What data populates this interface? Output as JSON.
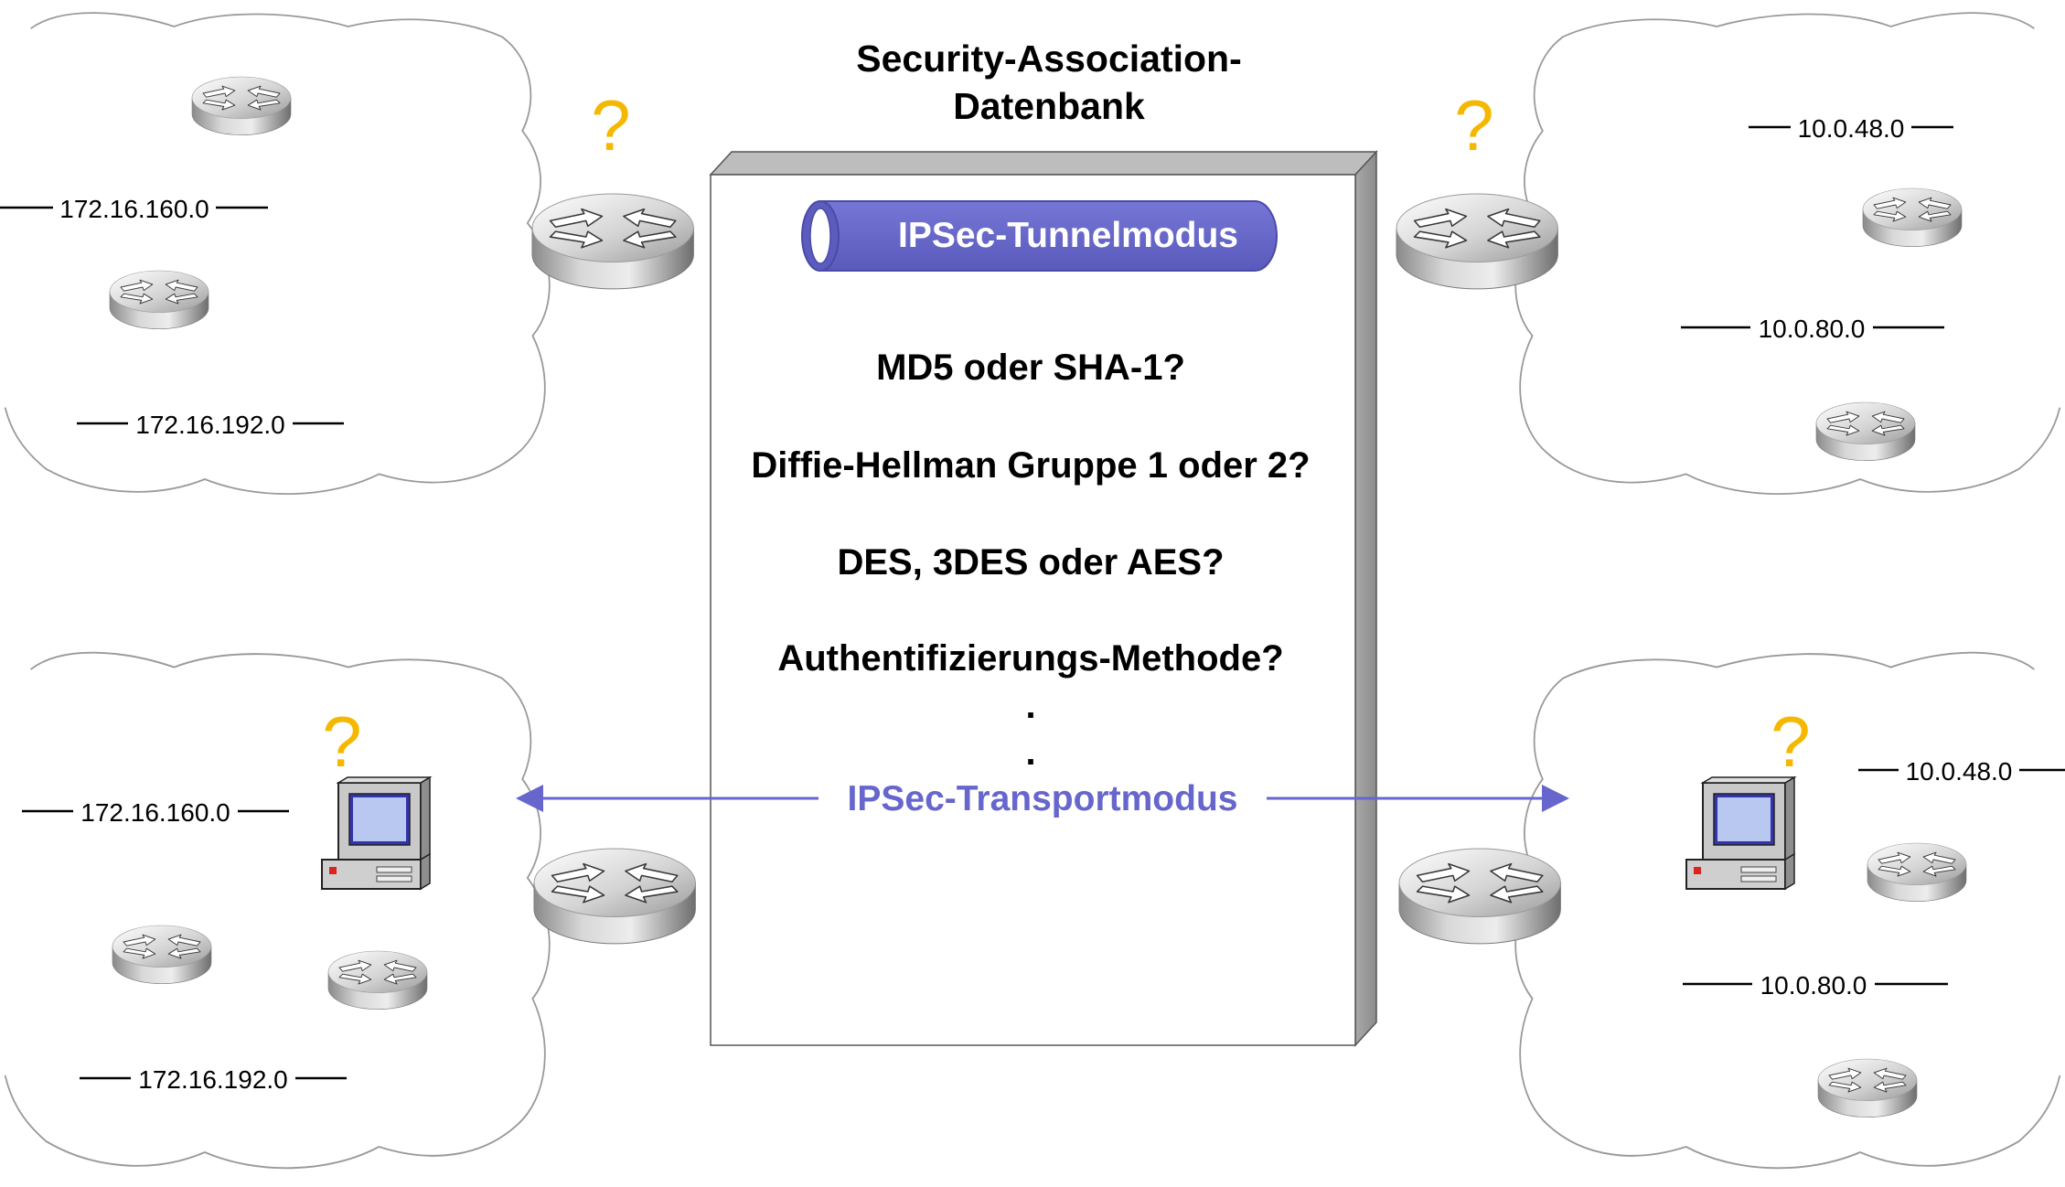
{
  "title_line1": "Security-Association-",
  "title_line2": "Datenbank",
  "tunnel_label": "IPSec-Tunnelmodus",
  "questions": [
    "MD5 oder SHA-1?",
    "Diffie-Hellman Gruppe 1 oder 2?",
    "DES, 3DES oder AES?",
    "Authentifizierungs-Methode?"
  ],
  "ellipsis_dot": ".",
  "transport_label": "IPSec-Transportmodus",
  "question_mark": "?",
  "networks": {
    "top_left": [
      "172.16.160.0",
      "172.16.192.0"
    ],
    "top_right": [
      "10.0.48.0",
      "10.0.80.0"
    ],
    "bottom_left": [
      "172.16.160.0",
      "172.16.192.0"
    ],
    "bottom_right": [
      "10.0.48.0",
      "10.0.80.0"
    ]
  },
  "colors": {
    "ipsec": "#6666cc",
    "question": "#f5b800",
    "cloud_stroke": "#9a9a9a",
    "db_side": "#9e9e9e"
  }
}
